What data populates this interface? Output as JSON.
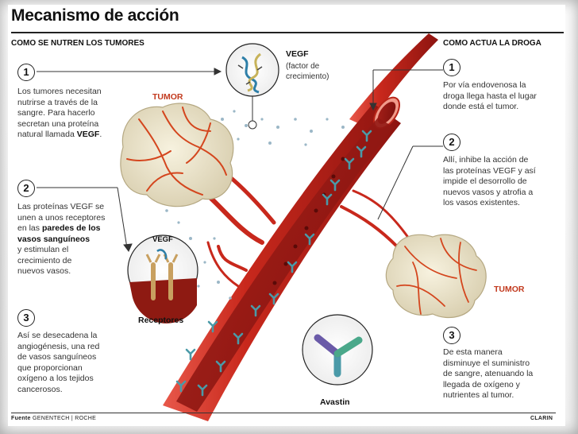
{
  "title": "Mecanismo de acción",
  "left_section": {
    "heading": "COMO SE NUTREN LOS TUMORES",
    "steps": [
      {
        "number": "1",
        "lines": [
          "Los tumores necesitan",
          "nutrirse a través de la",
          "sangre. Para hacerlo",
          "secretan una proteína",
          "natural llamada "
        ],
        "bold_tail": "VEGF",
        "tail_after": "."
      },
      {
        "number": "2",
        "lines": [
          "Las proteínas VEGF se",
          "unen a unos receptores",
          "en las "
        ],
        "bold_mid": [
          "paredes de los",
          "vasos sanguíneos"
        ],
        "lines_after": [
          "y estimulan el",
          "crecimiento de",
          "nuevos vasos."
        ]
      },
      {
        "number": "3",
        "lines": [
          "Así se desecadena la",
          "angiogénesis, una red",
          "de vasos sanguíneos",
          "que proporcionan",
          "oxígeno a los tejidos",
          "cancerosos."
        ]
      }
    ]
  },
  "right_section": {
    "heading": "COMO ACTUA LA DROGA",
    "steps": [
      {
        "number": "1",
        "lines": [
          "Por vía endovenosa la",
          "droga llega hasta el lugar",
          "donde está el tumor."
        ]
      },
      {
        "number": "2",
        "lines": [
          "Allí, inhibe la acción de",
          "las proteínas VEGF y así",
          "impide el desorrollo de",
          "nuevos vasos y atrofia a",
          "los vasos existentes."
        ]
      },
      {
        "number": "3",
        "lines": [
          "De esta manera",
          "disminuye el suministro",
          "de sangre, atenuando la",
          "llegada de oxígeno y",
          "nutrientes al tumor."
        ]
      }
    ]
  },
  "labels": {
    "tumor_left": "TUMOR",
    "tumor_right": "TUMOR",
    "vegf_title": "VEGF",
    "vegf_sub": [
      "(factor de",
      "crecimiento)"
    ],
    "vegf_inset": "VEGF",
    "receptores": "Receptores",
    "avastin": "Avastin"
  },
  "footer": {
    "source_label": "Fuente",
    "source_text": "GENENTECH | ROCHE",
    "brand": "CLARIN"
  },
  "colors": {
    "vessel_red": "#c8281c",
    "vessel_dark": "#8d1410",
    "tumor_fill": "#ede6cf",
    "tumor_vein": "#d4461e",
    "tumor_label": "#c23a1e",
    "drug_blue": "#4a9aa8"
  }
}
